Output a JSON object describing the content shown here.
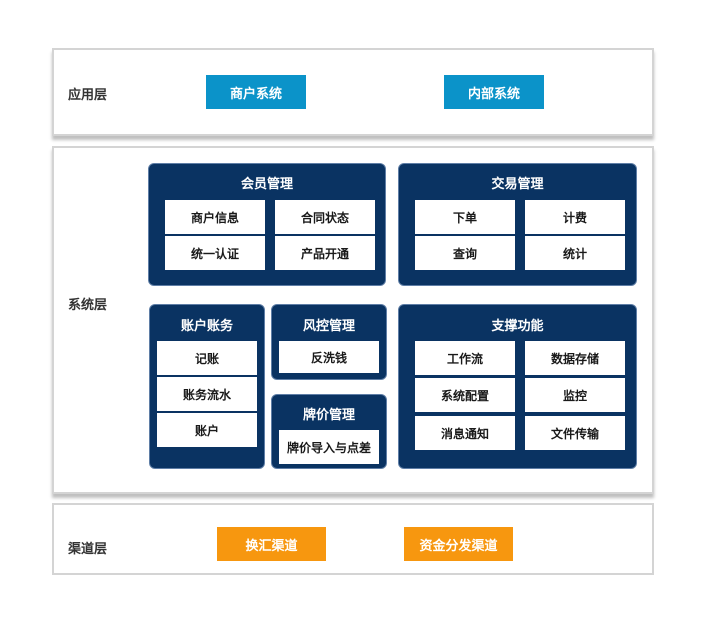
{
  "colors": {
    "app_blue": "#0b93c9",
    "channel_orange": "#f7970f",
    "module_navy": "#0a3362",
    "border_gray": "#d4d4d4"
  },
  "app_layer": {
    "label": "应用层",
    "systems": [
      "商户系统",
      "内部系统"
    ]
  },
  "system_layer": {
    "label": "系统层",
    "member": {
      "title": "会员管理",
      "items": [
        "商户信息",
        "合同状态",
        "统一认证",
        "产品开通"
      ]
    },
    "trade": {
      "title": "交易管理",
      "items": [
        "下单",
        "计费",
        "查询",
        "统计"
      ]
    },
    "account": {
      "title": "账户账务",
      "items": [
        "记账",
        "账务流水",
        "账户"
      ]
    },
    "risk": {
      "title": "风控管理",
      "items": [
        "反洗钱"
      ]
    },
    "price": {
      "title": "牌价管理",
      "items": [
        "牌价导入与点差"
      ]
    },
    "support": {
      "title": "支撑功能",
      "items": [
        "工作流",
        "数据存储",
        "系统配置",
        "监控",
        "消息通知",
        "文件传输"
      ]
    }
  },
  "channel_layer": {
    "label": "渠道层",
    "channels": [
      "换汇渠道",
      "资金分发渠道"
    ]
  }
}
